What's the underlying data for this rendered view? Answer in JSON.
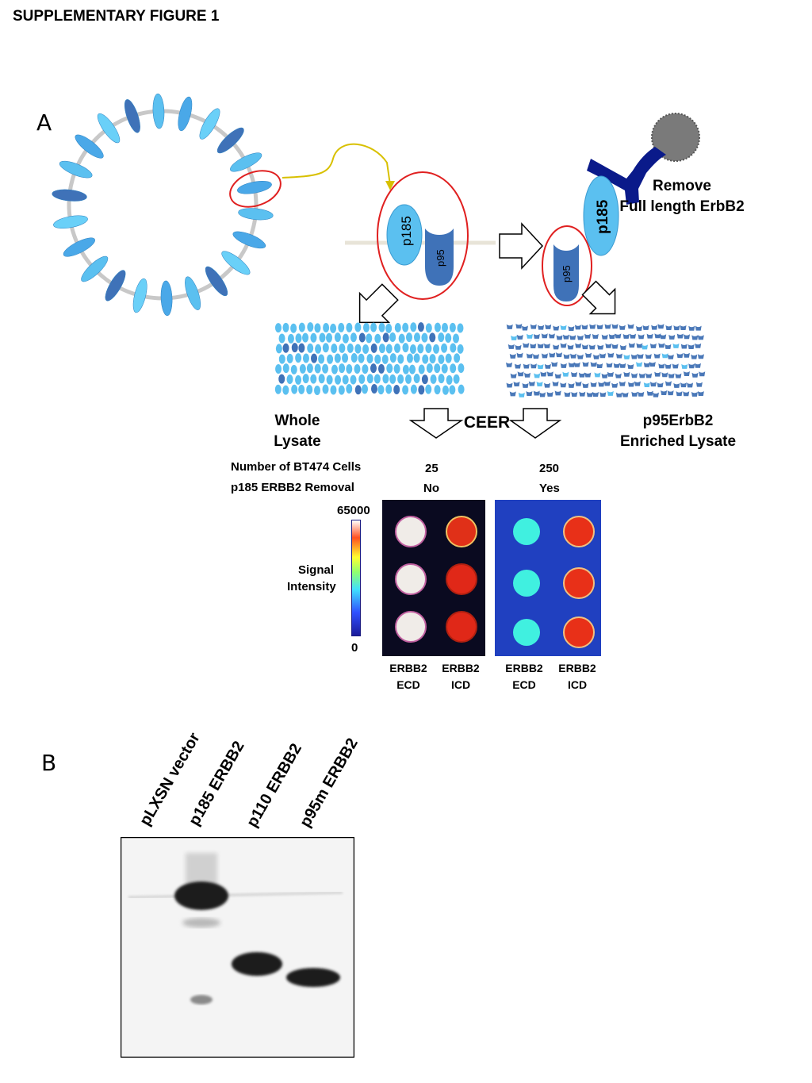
{
  "figure": {
    "title": "SUPPLEMENTARY FIGURE 1",
    "panel_a": "A",
    "panel_b": "B"
  },
  "diagram": {
    "p185_label": "p185",
    "p95_label": "p95",
    "remove_line1": "Remove",
    "remove_line2": "Full length ErbB2",
    "whole_lysate_line1": "Whole",
    "whole_lysate_line2": "Lysate",
    "ceer_label": "CEER",
    "enriched_line1": "p95ErbB2",
    "enriched_line2": "Enriched Lysate"
  },
  "array_table": {
    "row1_label": "Number of BT474 Cells",
    "row2_label": "p185 ERBB2 Removal",
    "col1_cells": "25",
    "col1_removal": "No",
    "col2_cells": "250",
    "col2_removal": "Yes"
  },
  "colorbar": {
    "max": "65000",
    "min": "0",
    "label_line1": "Signal",
    "label_line2": "Intensity"
  },
  "array_columns": [
    {
      "line1": "ERBB2",
      "line2": "ECD"
    },
    {
      "line1": "ERBB2",
      "line2": "ICD"
    },
    {
      "line1": "ERBB2",
      "line2": "ECD"
    },
    {
      "line1": "ERBB2",
      "line2": "ICD"
    }
  ],
  "western_blot": {
    "lanes": [
      "pLXSN vector",
      "p185 ERBB2",
      "p110 ERBB2",
      "p95m ERBB2"
    ]
  },
  "colors": {
    "light_blue": "#5bc0f0",
    "dark_blue": "#3f72b8",
    "red_circle": "#e02020",
    "navy_antibody": "#0a1a8a"
  }
}
